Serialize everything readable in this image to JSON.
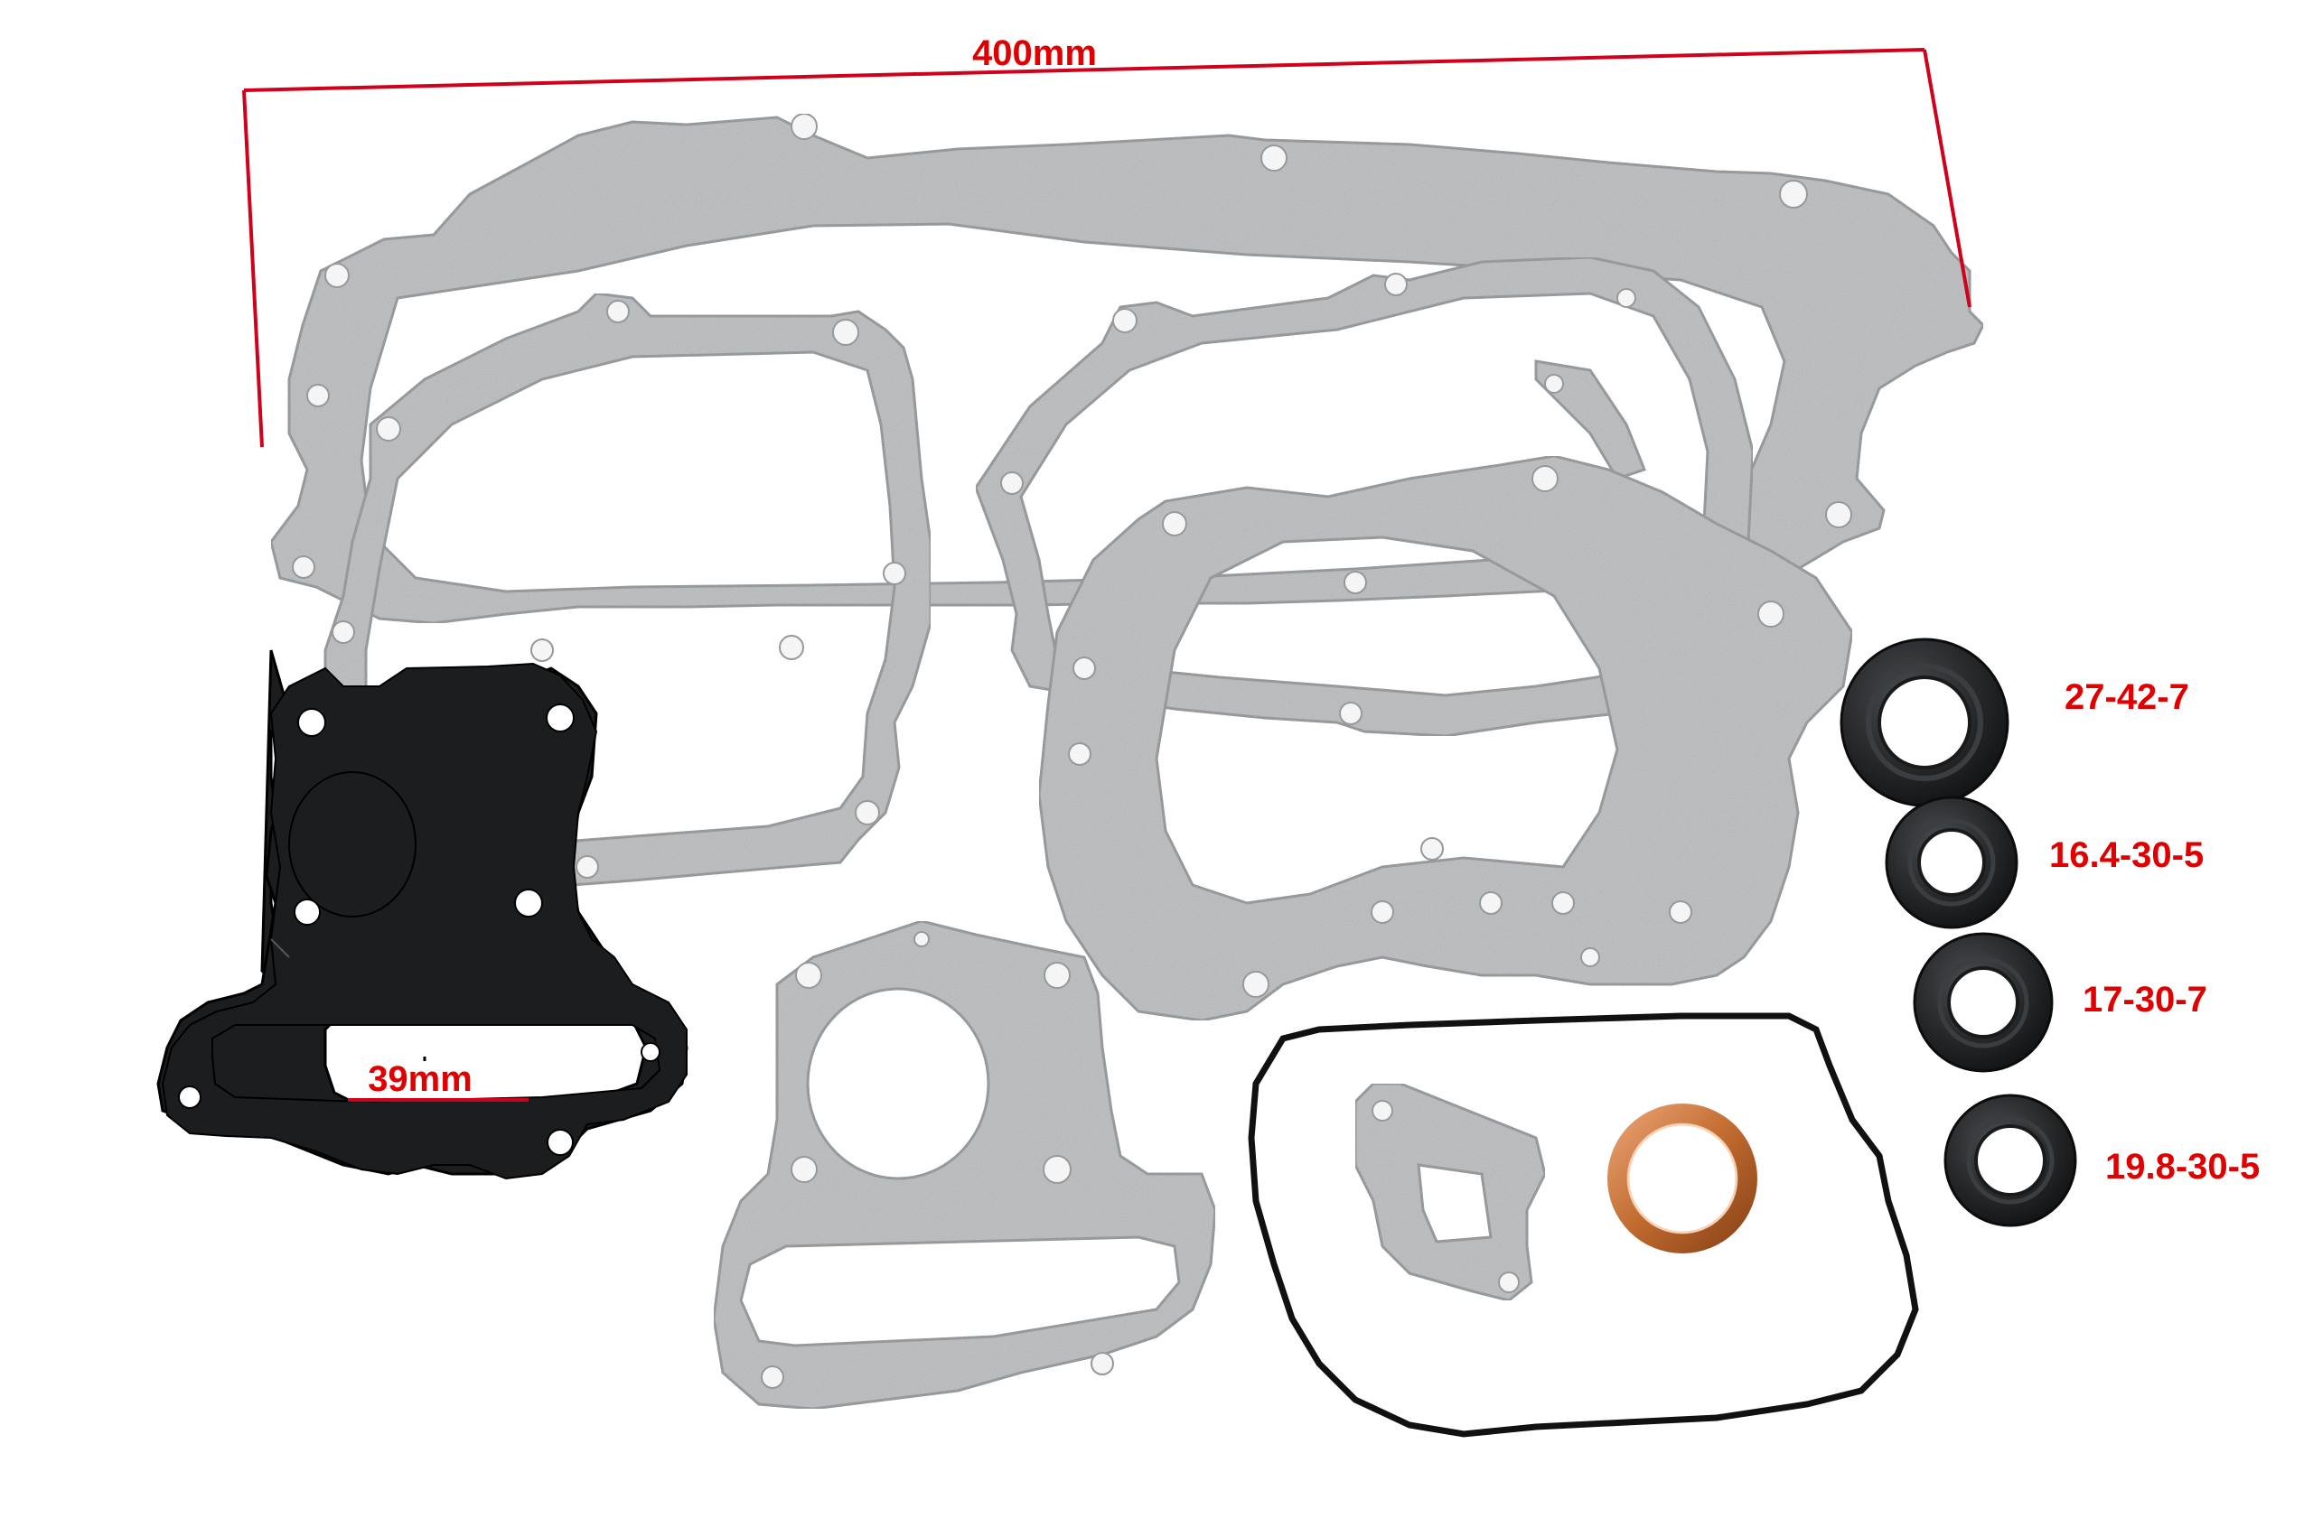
{
  "dimensions": {
    "overall_length": "400mm",
    "bore": "39mm"
  },
  "oil_seals": [
    {
      "size": "27-42-7"
    },
    {
      "size": "16.4-30-5"
    },
    {
      "size": "17-30-7"
    },
    {
      "size": "19.8-30-5"
    }
  ],
  "colors": {
    "dimension_line": "#d0021b",
    "dimension_text": "#e00000",
    "gasket_fill": "#b9bcbe",
    "gasket_edge": "#8e9194",
    "head_gasket": "#1b1d1f",
    "copper_ring": "#c06a2e",
    "seal_rubber": "#26282a",
    "o_ring": "#111111"
  }
}
